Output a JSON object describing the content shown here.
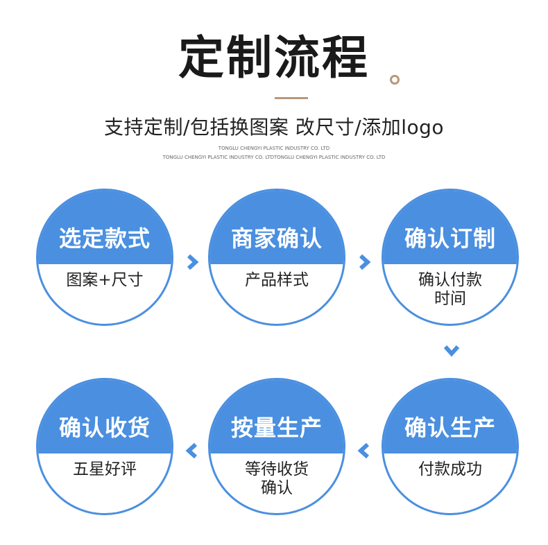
{
  "header": {
    "title": "定制流程",
    "subtitle": "支持定制/包括换图案 改尺寸/添加logo",
    "company_line_1": "TONGLU CHENGYI PLASTIC INDUSTRY CO. LTD",
    "company_line_2": "TONGLU CHENGYI PLASTIC INDUSTRY CO. LTDTONGLU CHENGYI PLASTIC INDUSTRY CO. LTD"
  },
  "colors": {
    "accent_blue": "#4a8fe0",
    "title_accent": "#b8977a"
  },
  "steps": [
    {
      "title": "选定款式",
      "desc": "图案+尺寸"
    },
    {
      "title": "商家确认",
      "desc": "产品样式"
    },
    {
      "title": "确认订制",
      "desc": "确认付款\n时间"
    },
    {
      "title": "确认生产",
      "desc": "付款成功"
    },
    {
      "title": "按量生产",
      "desc": "等待收货\n确认"
    },
    {
      "title": "确认收货",
      "desc": "五星好评"
    }
  ],
  "arrows": [
    {
      "icon": "chevron-right-icon"
    },
    {
      "icon": "chevron-right-icon"
    },
    {
      "icon": "chevron-down-icon"
    },
    {
      "icon": "chevron-left-icon"
    },
    {
      "icon": "chevron-left-icon"
    }
  ]
}
